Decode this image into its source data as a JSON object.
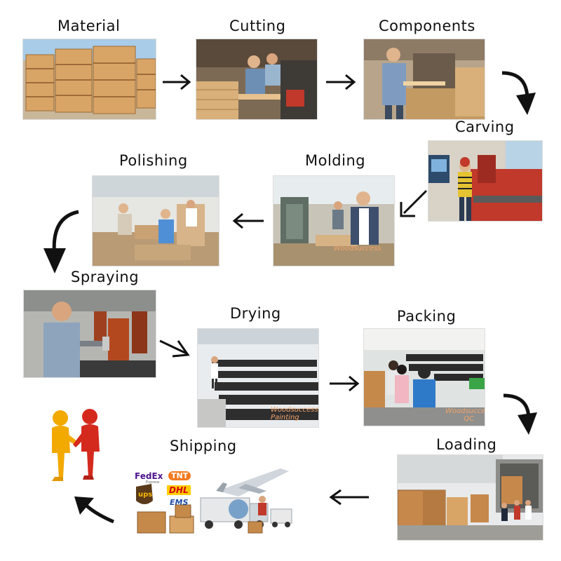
{
  "steps": {
    "material": "Material",
    "cutting": "Cutting",
    "components": "Components",
    "carving": "Carving",
    "polishing": "Polishing",
    "molding": "Molding",
    "spraying": "Spraying",
    "drying": "Drying",
    "packing": "Packing",
    "loading": "Loading",
    "shipping": "Shipping"
  },
  "watermarks": {
    "drying": "Woodsuccess\nPainting",
    "packing": "Woodsuccess\nQC",
    "molding": "Woodsuccess"
  },
  "carriers": {
    "fedex": "FedEx",
    "fedex_sub": "Express",
    "tnt": "TNT",
    "ups": "ups",
    "dhl": "DHL",
    "ems": "EMS"
  },
  "colors": {
    "wood": "#d9a567",
    "arrow": "#111111",
    "figure_left": "#f2a900",
    "figure_right": "#d42a1e"
  }
}
